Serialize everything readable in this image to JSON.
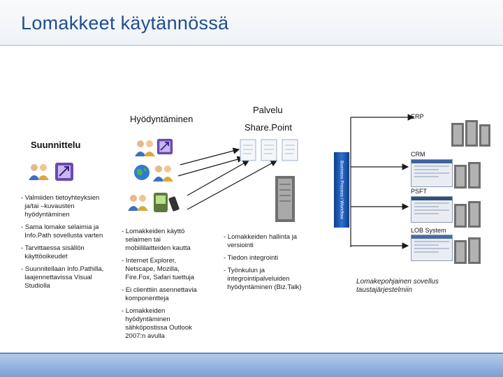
{
  "title": "Lomakkeet käytännössä",
  "labels": {
    "suunnittelu": "Suunnittelu",
    "hyodyntaminen": "Hyödyntäminen",
    "palvelu": "Palvelu",
    "sharepoint": "Share.Point",
    "erp": "ERP",
    "crm": "CRM",
    "psft": "PSFT",
    "lob": "LOB System",
    "bpw": "Business Process / Workflow",
    "lomakepohjainen": "Lomakepohjainen sovellus\ntaustajärjestelmiin"
  },
  "suunnittelu_list": [
    "- Valmiiden tietoyhteyksien\n  ja/tai –kuvausten\n  hyödyntäminen",
    "- Sama lomake selaimia ja\n  Info.Path sovellusta varten",
    "- Tarvittaessa sisällön\n  käyttöoikeudet",
    "- Suunnitellaan Info.Pathilla,\n  laajennettavissa Visual\n  Studiolla"
  ],
  "hyodyntaminen_list": [
    "- Lomakkeiden käyttö\n  selaimen tai\n  mobiililaitteiden kautta",
    "- Internet Explorer,\n  Netscape, Mozilla,\n  Fire.Fox, Safari tuettuja",
    "- Ei clienttiin asennettavia\n  komponentteja",
    "- Lomakkeiden\n  hyödyntäminen\n  sähköpostissa Outlook\n  2007:n avulla"
  ],
  "palvelu_list": [
    "- Lomakkeiden hallinta ja\n  versiointi",
    "- Tiedon integrointi",
    "- Työnkulun ja\n  integrointipalveluiden\n  hyödyntäminen (Biz.Talk)"
  ],
  "icons": [
    "people-icon",
    "infopath-icon",
    "globe-icon",
    "mobile-device-icon",
    "document-icon",
    "server-icon",
    "arrow-icon"
  ],
  "colors": {
    "title": "#1f4e8c",
    "banner": "#1e5bbf",
    "footer": "#9dbbe2",
    "arrow": "#1a1a1a"
  }
}
